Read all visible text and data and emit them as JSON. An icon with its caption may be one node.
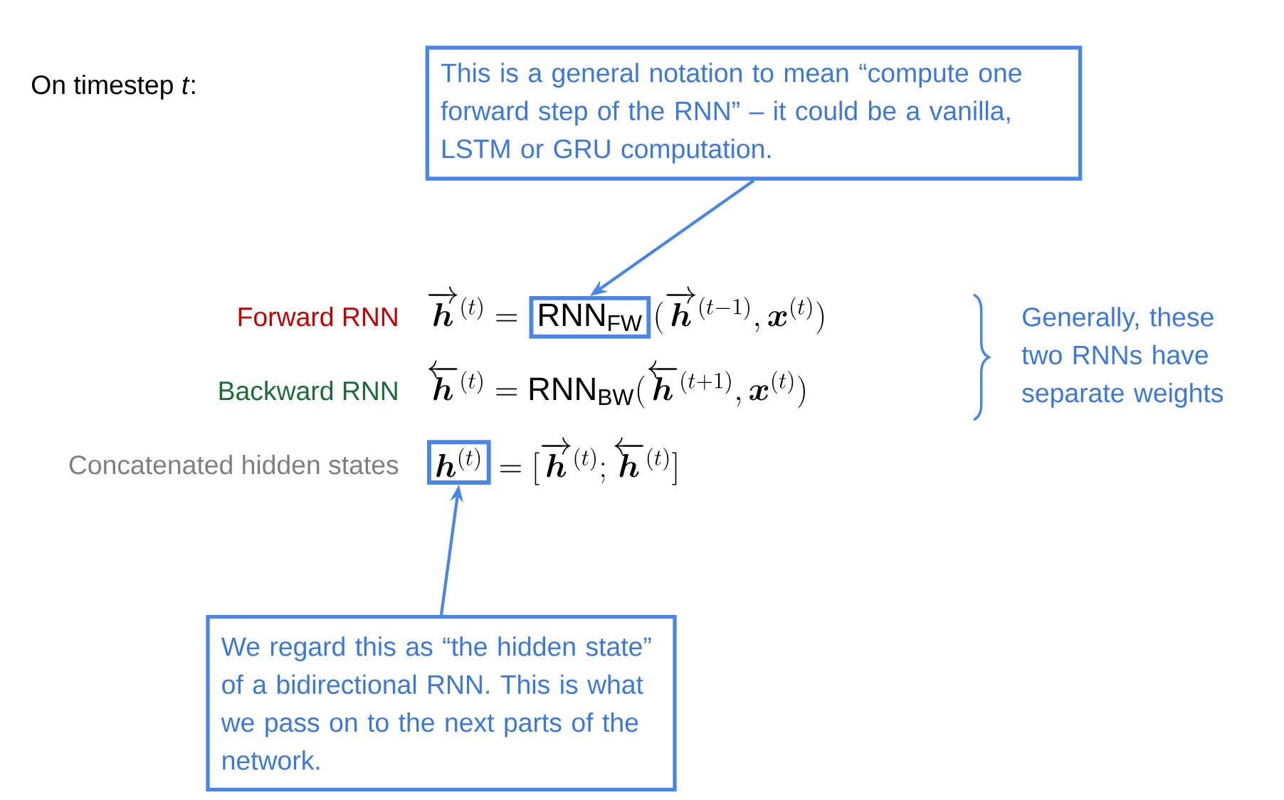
{
  "diagram": {
    "nodes": [
      {
        "text": [
          "This is a general notation to mean “compute one forward step of the RNN” – it could be a vanilla, LSTM or GRU computation."
        ]
      },
      {
        "text": [
          "\\mathrm{RNN}_{\\mathrm{FW}}"
        ]
      },
      {
        "text": [
          "\\bm{h}^{(t)}"
        ]
      },
      {
        "text": [
          "We regard this as “the hidden state” of a bidirectional RNN. This is what we pass on to the next parts of the network."
        ]
      }
    ],
    "edges": [
      {
        "from": 0,
        "to": 1,
        "arrow": "to"
      },
      {
        "from": 3,
        "to": 2,
        "arrow": "to"
      }
    ],
    "labels": [
      "On timestep *t*:",
      "Forward RNN",
      "\\overrightarrow{\\bm{h}}^{(t)} =",
      "(\\overrightarrow{\\bm{h}}^{(t-1)}, \\bm{x}^{(t)})",
      "Generally, these two RNNs have separate weights",
      "Backward RNN",
      "\\overleftarrow{\\bm{h}}^{(t)} = \\mathrm{RNN}_{\\mathrm{BW}}(\\overleftarrow{\\bm{h}}^{(t+1)}, \\bm{x}^{(t)})",
      "Concatenated hidden states",
      "= [\\overrightarrow{\\bm{h}}^{(t)}; \\overleftarrow{\\bm{h}}^{(t)}]"
    ]
  }
}
